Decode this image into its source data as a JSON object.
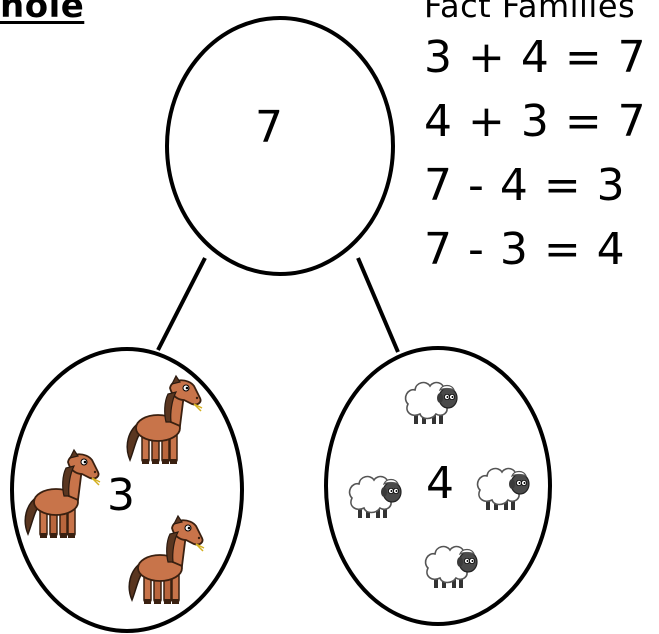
{
  "heading": "hole",
  "fact_families": {
    "title": "Fact Families",
    "equations": [
      "3 + 4 = 7",
      "4 + 3 = 7",
      "7 - 4 = 3",
      "7 - 3 = 4"
    ]
  },
  "part_whole": {
    "whole": "7",
    "left_part": "3",
    "right_part": "4",
    "left_part_pictures": "horse",
    "right_part_pictures": "sheep"
  },
  "colors": {
    "horse_body": "#c8744a",
    "horse_mane": "#5a3620",
    "sheep_wool": "#ffffff",
    "sheep_face": "#4a4a4a"
  }
}
